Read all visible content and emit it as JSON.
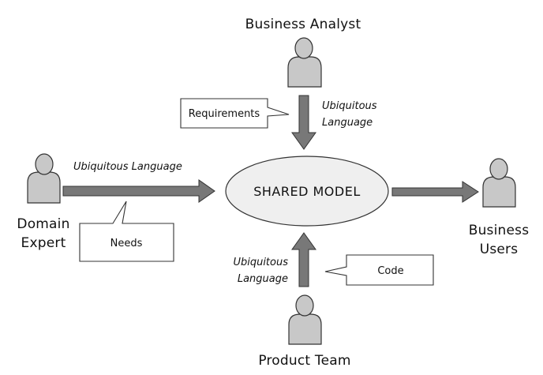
{
  "colors": {
    "person_fill": "#c8c8c8",
    "arrow_fill": "#787878",
    "ellipse_fill": "#efefef",
    "stroke": "#333333"
  },
  "model": {
    "label": "SHARED MODEL"
  },
  "actors": {
    "business_analyst": "Business Analyst",
    "domain_expert_line1": "Domain",
    "domain_expert_line2": "Expert",
    "business_users_line1": "Business",
    "business_users_line2": "Users",
    "product_team": "Product Team"
  },
  "flows": {
    "top_line1": "Ubiquitous",
    "top_line2": "Language",
    "left": "Ubiquitous Language",
    "bottom_line1": "Ubiquitous",
    "bottom_line2": "Language"
  },
  "notes": {
    "requirements": "Requirements",
    "needs": "Needs",
    "code": "Code"
  }
}
